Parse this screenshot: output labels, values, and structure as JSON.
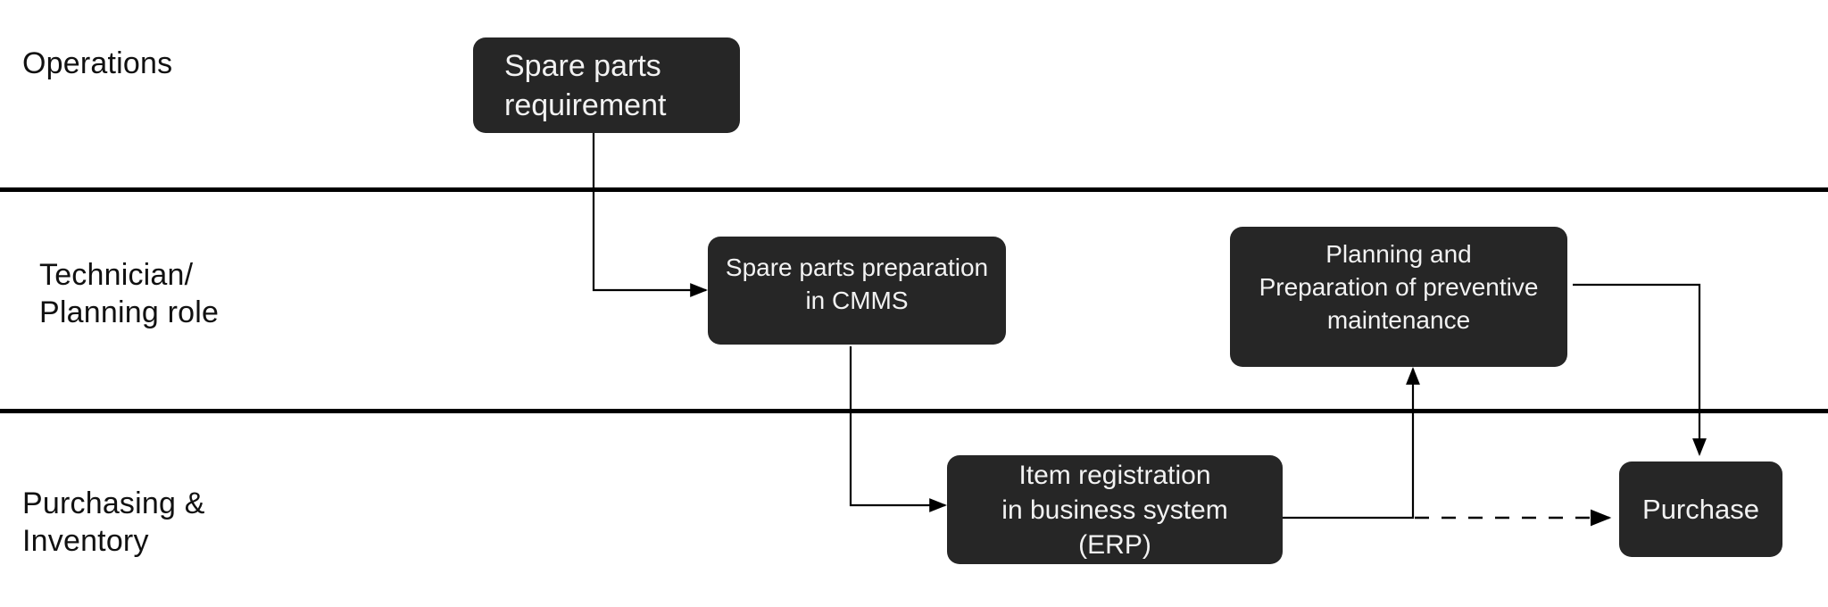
{
  "diagram": {
    "type": "swimlane-flowchart",
    "lanes": [
      {
        "id": "operations",
        "label": "Operations"
      },
      {
        "id": "technician",
        "label": "Technician/\nPlanning role"
      },
      {
        "id": "purchasing",
        "label": "Purchasing &\nInventory"
      }
    ],
    "nodes": [
      {
        "id": "n1",
        "lane": "operations",
        "label": "Spare parts\nrequirement"
      },
      {
        "id": "n2",
        "lane": "technician",
        "label": "Spare parts preparation\nin CMMS"
      },
      {
        "id": "n3",
        "lane": "technician",
        "label": "Planning and\nPreparation of preventive\nmaintenance"
      },
      {
        "id": "n4",
        "lane": "purchasing",
        "label": "Item registration\nin business system\n(ERP)"
      },
      {
        "id": "n5",
        "lane": "purchasing",
        "label": "Purchase"
      }
    ],
    "edges": [
      {
        "from": "n1",
        "to": "n2",
        "style": "solid"
      },
      {
        "from": "n2",
        "to": "n4",
        "style": "solid"
      },
      {
        "from": "n4",
        "to": "n3",
        "style": "solid"
      },
      {
        "from": "n4",
        "to": "n5",
        "style": "dashed"
      },
      {
        "from": "n3",
        "to": "n5",
        "style": "solid"
      }
    ],
    "colors": {
      "node_fill": "#262626",
      "node_text": "#f2f2f2",
      "line": "#000000",
      "background": "#ffffff"
    }
  }
}
